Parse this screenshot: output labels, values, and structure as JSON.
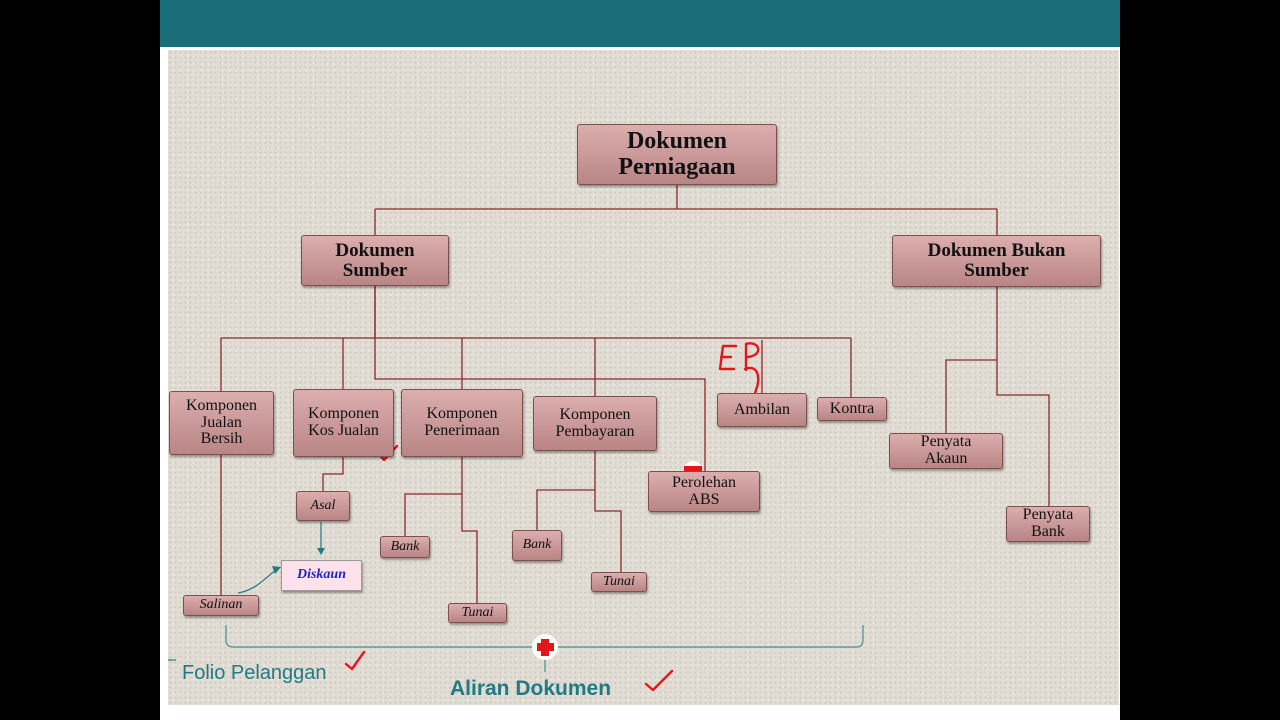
{
  "diagram": {
    "root": "Dokumen\nPerniagaan",
    "left_branch": "Dokumen\nSumber",
    "right_branch": "Dokumen Bukan\nSumber",
    "nodes": {
      "komponen_jualan_bersih": "Komponen\nJualan\nBersih",
      "komponen_kos_jualan": "Komponen\nKos Jualan",
      "komponen_penerimaan": "Komponen\nPenerimaan",
      "komponen_pembayaran": "Komponen\nPembayaran",
      "perolehan_abs": "Perolehan\nABS",
      "ambilan": "Ambilan",
      "kontra": "Kontra",
      "penyata_akaun": "Penyata\nAkaun",
      "penyata_bank": "Penyata\nBank"
    },
    "leaves": {
      "asal": "Asal",
      "diskaun": "Diskaun",
      "bank_penerimaan": "Bank",
      "tunai_penerimaan": "Tunai",
      "bank_pembayaran": "Bank",
      "tunai_pembayaran": "Tunai",
      "salinan": "Salinan"
    },
    "captions": {
      "folio_pelanggan": "Folio Pelanggan",
      "aliran_dokumen": "Aliran Dokumen"
    },
    "annotation": {
      "handwritten_ep": "EP"
    },
    "colors": {
      "header_bar": "#1a6e7a",
      "box_fill": "#c89898",
      "connector": "#8b2a2a",
      "ink_red": "#e8141c",
      "caption_teal": "#217a84"
    }
  }
}
